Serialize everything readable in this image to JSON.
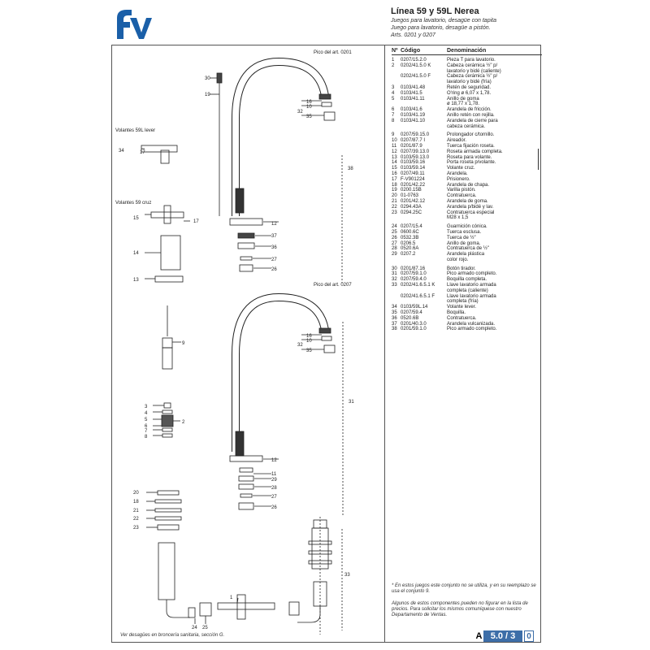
{
  "header": {
    "title": "Línea 59 y 59L Nerea",
    "sub1": "Juegos para lavatorio, desagüe con tapita",
    "sub2": "Juego para lavatorio, desagüe a pistón.",
    "sub3": "Arts. 0201 y 0207"
  },
  "brand": {
    "logo": "fv",
    "color": "#1a5fa8"
  },
  "table": {
    "headers": {
      "n": "Nº",
      "codigo": "Código",
      "denominacion": "Denominación"
    },
    "rows": [
      {
        "n": "1",
        "codigo": "0207/15.2.0",
        "den": [
          "Pieza T para lavatorio."
        ]
      },
      {
        "n": "2",
        "codigo": "0202/41.5.0 K",
        "den": [
          "Cabeza cerámica ½\" p/",
          "lavatorio y bidé (caliente)"
        ]
      },
      {
        "n": "",
        "codigo": "0202/41.5.0 F",
        "den": [
          "Cabeza cerámica ½\" p/",
          "lavatorio y bidé (fría)"
        ]
      },
      {
        "n": "3",
        "codigo": "0103/41.48",
        "den": [
          "Retén de seguridad."
        ]
      },
      {
        "n": "4",
        "codigo": "0103/41.5",
        "den": [
          "O'ring ø 6,07 x 1,78."
        ]
      },
      {
        "n": "5",
        "codigo": "0103/41.11",
        "den": [
          "Anillo de goma",
          "ø 18,77 x 1,78."
        ]
      },
      {
        "n": "6",
        "codigo": "0103/41.6",
        "den": [
          "Arandela de fricción."
        ]
      },
      {
        "n": "7",
        "codigo": "0103/41.19",
        "den": [
          "Anillo retén con rejilla."
        ]
      },
      {
        "n": "8",
        "codigo": "0103/41.10",
        "den": [
          "Arandela de cierre para",
          "cabeza cerámica."
        ]
      },
      {
        "n": "9",
        "codigo": "0207/59.15.0",
        "den": [
          "Prolongador c/tornillo."
        ]
      },
      {
        "n": "10",
        "codigo": "0207/87.7 I",
        "den": [
          "Aireador."
        ]
      },
      {
        "n": "11",
        "codigo": "0201/87.9",
        "den": [
          "Tuerca fijación roseta."
        ]
      },
      {
        "n": "12",
        "codigo": "0207/39.13.0",
        "den": [
          "Roseta armada completa."
        ]
      },
      {
        "n": "13",
        "codigo": "0103/59.13.0",
        "den": [
          "Roseta para volante."
        ]
      },
      {
        "n": "14",
        "codigo": "0103/59.16",
        "den": [
          "Porta roseta p/volante."
        ]
      },
      {
        "n": "15",
        "codigo": "0103/59.14",
        "den": [
          "Volante cruz."
        ]
      },
      {
        "n": "16",
        "codigo": "0207/49.11",
        "den": [
          "Arandela."
        ]
      },
      {
        "n": "17",
        "codigo": "F-V901224",
        "den": [
          "Prisionero."
        ]
      },
      {
        "n": "18",
        "codigo": "0201/42.22",
        "den": [
          "Arandela de chapa."
        ]
      },
      {
        "n": "19",
        "codigo": "0200.15B",
        "den": [
          "Varilla pistón."
        ]
      },
      {
        "n": "20",
        "codigo": "01-0763",
        "den": [
          "Contratuerca."
        ]
      },
      {
        "n": "21",
        "codigo": "0201/42.12",
        "den": [
          "Arandela de goma."
        ]
      },
      {
        "n": "22",
        "codigo": "0294.43A",
        "den": [
          "Arandela p/bidé y lav."
        ]
      },
      {
        "n": "23",
        "codigo": "0294.25C",
        "den": [
          "Contratuerca especial",
          "M28 x 1,5"
        ]
      },
      {
        "n": "24",
        "codigo": "0207/15.4",
        "den": [
          "Guarnición cónica."
        ]
      },
      {
        "n": "25",
        "codigo": "0600.6C",
        "den": [
          "Tuerca esclusa."
        ]
      },
      {
        "n": "26",
        "codigo": "0532.3B",
        "den": [
          "Tuerca de ½\""
        ]
      },
      {
        "n": "27",
        "codigo": "0206.5",
        "den": [
          "Anillo de goma."
        ]
      },
      {
        "n": "28",
        "codigo": "0520.6A",
        "den": [
          "Contratuerca de ½\""
        ]
      },
      {
        "n": "29",
        "codigo": "0207.2",
        "den": [
          "Arandela plástica",
          "color rojo."
        ]
      },
      {
        "n": "30",
        "codigo": "0201/87.16",
        "den": [
          "Botón tirador."
        ]
      },
      {
        "n": "31",
        "codigo": "0207/59.1.0",
        "den": [
          "Pico armado completo."
        ]
      },
      {
        "n": "32",
        "codigo": "0207/59.4.0",
        "den": [
          "Boquilla completa."
        ]
      },
      {
        "n": "33",
        "codigo": "0202/41.6.5.1 K",
        "den": [
          "Llave lavatorio armada",
          "completa (caliente)"
        ]
      },
      {
        "n": "",
        "codigo": "0202/41.6.5.1 F",
        "den": [
          "Llave lavatorio armada",
          "completa (fría)"
        ]
      },
      {
        "n": "34",
        "codigo": "0103/59L.14",
        "den": [
          "Volante lever."
        ]
      },
      {
        "n": "35",
        "codigo": "0207/59.4",
        "den": [
          "Boquilla."
        ]
      },
      {
        "n": "36",
        "codigo": "0520.6B",
        "den": [
          "Contratuerca."
        ]
      },
      {
        "n": "37",
        "codigo": "0201/40.3.0",
        "den": [
          "Arandela vulcanizada."
        ]
      },
      {
        "n": "38",
        "codigo": "0201/59.1.0",
        "den": [
          "Pico armado completo."
        ]
      }
    ]
  },
  "notes": {
    "note1": "* En estos juegos este conjunto no se utiliza, y en su reemplazo se usa el conjunto 9.",
    "note2": "Algunos de estos componentes pueden no figurar en la lista de precios. Para solicitar los mismos comuníquese con nuestro Departamento de Ventas."
  },
  "diagram_labels": {
    "pico_0201": "Pico del art. 0201",
    "pico_0207": "Pico del art. 0207",
    "volantes_lever": "Volantes 59L lever",
    "volantes_cruz": "Volantes 59 cruz",
    "caption": "Ver desagües en broncería sanitaria, sección G."
  },
  "part_numbers": [
    "30",
    "19",
    "16",
    "10",
    "32",
    "35",
    "38",
    "34",
    "17",
    "15",
    "17",
    "12",
    "37",
    "36",
    "27",
    "26",
    "14",
    "13",
    "9",
    "3",
    "4",
    "5",
    "6",
    "7",
    "8",
    "2",
    "16",
    "10",
    "32",
    "35",
    "31",
    "12",
    "11",
    "29",
    "28",
    "27",
    "26",
    "20",
    "18",
    "21",
    "22",
    "23",
    "33",
    "1",
    "24",
    "25"
  ],
  "badge": {
    "letter": "A",
    "page": "5.0 / 3",
    "rev": "0",
    "color": "#3d6ea8"
  }
}
